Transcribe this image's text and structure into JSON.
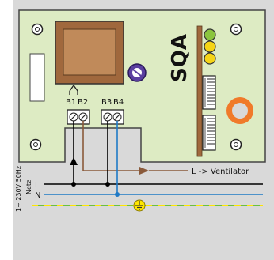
{
  "board": {
    "label": "SQA"
  },
  "terminals": {
    "b1": "B1",
    "b2": "B2",
    "b3": "B3",
    "b4": "B4"
  },
  "wiring": {
    "line_label": "L",
    "neutral_label": "N",
    "output_label": "L -> Ventilator",
    "supply_label": "1~ 230V 50Hz",
    "mains_label": "Netz"
  },
  "colors": {
    "background": "#d9d9d9",
    "board": "#ddebc3",
    "board_border": "#444444",
    "transformer": "#a0683d",
    "knob": "#5b3fa0",
    "led_green": "#8bc53f",
    "led_yellow": "#f5d416",
    "orange_ring": "#f07a2a",
    "line_wire": "#000000",
    "load_wire": "#8a5a3a",
    "neutral_wire": "#1f7ac6",
    "earth_wire_green": "#6cbf3f",
    "earth_wire_yellow": "#ffe600"
  },
  "icons": [
    "mounting-hole-icon",
    "potentiometer-icon",
    "relay-contact-icon",
    "ground-symbol-icon",
    "arrow-right-icon",
    "arrow-up-icon"
  ]
}
